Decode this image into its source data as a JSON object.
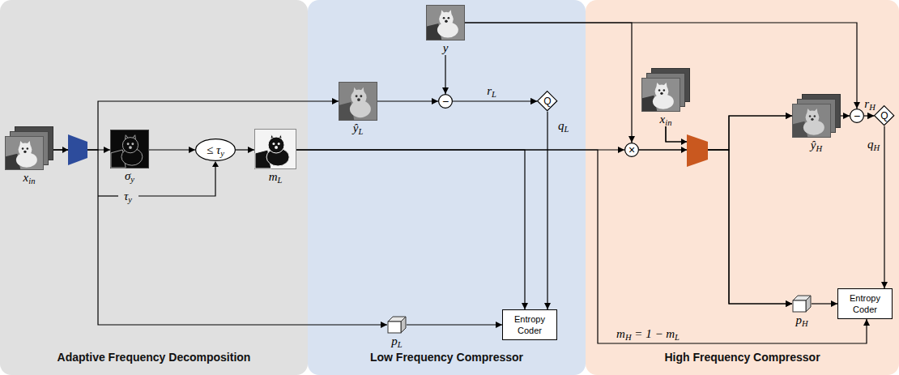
{
  "diagram": {
    "nodes": [
      {
        "text": [
          "Adaptive Frequency Decomposition"
        ]
      },
      {
        "text": [
          "Low Frequency Compressor"
        ]
      },
      {
        "text": [
          "High Frequency Compressor"
        ]
      },
      {
        "text": [
          "xin"
        ],
        "in": 0
      },
      {
        "text": [
          "σy"
        ],
        "in": 0
      },
      {
        "text": [
          "≤ τy"
        ],
        "in": 0
      },
      {
        "text": [
          "mL"
        ],
        "in": 0
      },
      {
        "text": [
          "y"
        ],
        "in": 1
      },
      {
        "text": [
          "ŷL"
        ],
        "in": 1
      },
      {
        "text": [
          "−"
        ],
        "in": 1
      },
      {
        "text": [
          "Q"
        ],
        "in": 1
      },
      {
        "text": [
          "pL"
        ],
        "in": 1
      },
      {
        "text": [
          "Entropy Coder"
        ],
        "in": 1
      },
      {
        "text": [
          "×"
        ],
        "in": 2
      },
      {
        "text": [
          "xin"
        ],
        "in": 2
      },
      {
        "text": [
          "ŷH"
        ],
        "in": 2
      },
      {
        "text": [
          "−"
        ],
        "in": 2
      },
      {
        "text": [
          "Q"
        ],
        "in": 2
      },
      {
        "text": [
          "pH"
        ],
        "in": 2
      },
      {
        "text": [
          "Entropy Coder"
        ],
        "in": 2
      }
    ],
    "edges": [
      {
        "from": 3,
        "to": 4,
        "arrow": "to"
      },
      {
        "from": 3,
        "to": 8,
        "arrow": "to"
      },
      {
        "from": 3,
        "to": 11,
        "arrow": "to"
      },
      {
        "from": 4,
        "to": 5,
        "arrow": "to"
      },
      {
        "from": 5,
        "to": 6,
        "arrow": "to"
      },
      {
        "from": 6,
        "to": 12,
        "arrow": "to"
      },
      {
        "from": 6,
        "to": 13,
        "arrow": "to"
      },
      {
        "from": 6,
        "to": 19,
        "arrow": "to",
        "label": "mH = 1 − mL"
      },
      {
        "from": 7,
        "to": 9,
        "arrow": "to"
      },
      {
        "from": 8,
        "to": 9,
        "arrow": "to"
      },
      {
        "from": 9,
        "to": 10,
        "arrow": "to",
        "label": "rL"
      },
      {
        "from": 10,
        "to": 12,
        "arrow": "to",
        "label": "qL"
      },
      {
        "from": 11,
        "to": 12,
        "arrow": "to"
      },
      {
        "from": 7,
        "to": 13,
        "arrow": "to"
      },
      {
        "from": 7,
        "to": 16,
        "arrow": "to"
      },
      {
        "from": 13,
        "to": 15,
        "arrow": "to"
      },
      {
        "from": 13,
        "to": 18,
        "arrow": "to"
      },
      {
        "from": 14,
        "to": 15,
        "arrow": "to"
      },
      {
        "from": 14,
        "to": 18,
        "arrow": "to"
      },
      {
        "from": 15,
        "to": 16,
        "arrow": "to"
      },
      {
        "from": 16,
        "to": 17,
        "arrow": "to",
        "label": "rH"
      },
      {
        "from": 17,
        "to": 19,
        "arrow": "to",
        "label": "qH"
      },
      {
        "from": 18,
        "to": 19,
        "arrow": "to"
      }
    ],
    "labels": [
      "τy"
    ]
  }
}
